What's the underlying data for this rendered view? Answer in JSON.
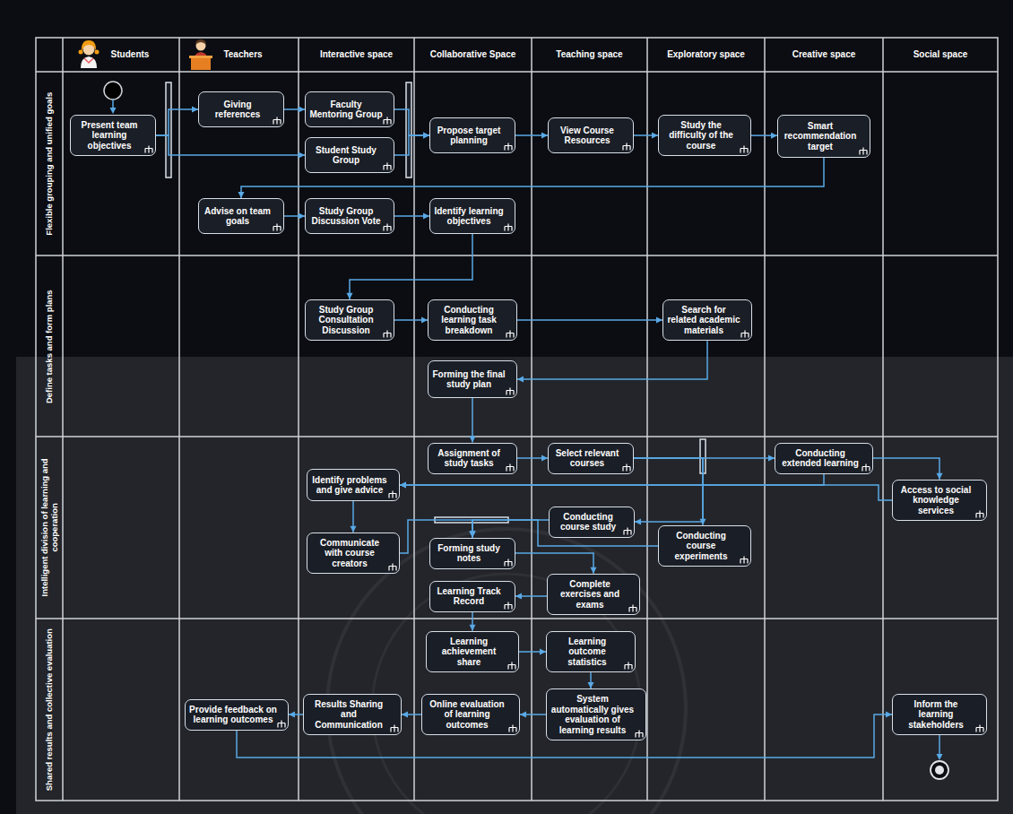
{
  "diagram": {
    "nodes": [
      {
        "text": [
          "Present team learning objectives"
        ]
      },
      {
        "text": [
          "Giving references"
        ]
      },
      {
        "text": [
          "Faculty Mentoring Group"
        ]
      },
      {
        "text": [
          "Student Study Group"
        ]
      },
      {
        "text": [
          "Propose target planning"
        ]
      },
      {
        "text": [
          "View Course Resources"
        ]
      },
      {
        "text": [
          "Study the difficulty of the course"
        ]
      },
      {
        "text": [
          "Smart recommendation target"
        ]
      },
      {
        "text": [
          "Advise on team goals"
        ]
      },
      {
        "text": [
          "Study Group Discussion Vote"
        ]
      },
      {
        "text": [
          "Identify learning objectives"
        ]
      },
      {
        "text": [
          "Study Group Consultation Discussion"
        ]
      },
      {
        "text": [
          "Conducting learning task breakdown"
        ]
      },
      {
        "text": [
          "Search for related academic materials"
        ]
      },
      {
        "text": [
          "Forming the final study plan"
        ]
      },
      {
        "text": [
          "Assignment of study tasks"
        ]
      },
      {
        "text": [
          "Select relevant courses"
        ]
      },
      {
        "text": [
          "Conducting extended learning"
        ]
      },
      {
        "text": [
          "Identify problems and give advice"
        ]
      },
      {
        "text": [
          "Access to social knowledge services"
        ]
      },
      {
        "text": [
          "Conducting course study"
        ]
      },
      {
        "text": [
          "Communicate with course creators"
        ]
      },
      {
        "text": [
          "Forming study notes"
        ]
      },
      {
        "text": [
          "Conducting course experiments"
        ]
      },
      {
        "text": [
          "Learning Track Record"
        ]
      },
      {
        "text": [
          "Complete exercises and exams"
        ]
      },
      {
        "text": [
          "Learning achievement share"
        ]
      },
      {
        "text": [
          "Learning outcome statistics"
        ]
      },
      {
        "text": [
          "Provide feedback on learning outcomes"
        ]
      },
      {
        "text": [
          "Results Sharing and Communication"
        ]
      },
      {
        "text": [
          "Online evaluation of learning outcomes"
        ]
      },
      {
        "text": [
          "System automatically gives evaluation of learning results"
        ]
      },
      {
        "text": [
          "Inform the learning stakeholders"
        ]
      }
    ],
    "edges": [
      {
        "from": 0,
        "to": 1,
        "arrow": "to"
      },
      {
        "from": 0,
        "to": 3,
        "arrow": "to"
      },
      {
        "from": 1,
        "to": 2,
        "arrow": "to"
      },
      {
        "from": 2,
        "to": 4,
        "arrow": "to"
      },
      {
        "from": 3,
        "to": 4,
        "arrow": "to"
      },
      {
        "from": 4,
        "to": 5,
        "arrow": "to"
      },
      {
        "from": 5,
        "to": 6,
        "arrow": "to"
      },
      {
        "from": 6,
        "to": 7,
        "arrow": "to"
      },
      {
        "from": 7,
        "to": 8,
        "arrow": "to"
      },
      {
        "from": 8,
        "to": 9,
        "arrow": "to"
      },
      {
        "from": 9,
        "to": 10,
        "arrow": "to"
      },
      {
        "from": 10,
        "to": 11,
        "arrow": "to"
      },
      {
        "from": 11,
        "to": 12,
        "arrow": "to"
      },
      {
        "from": 12,
        "to": 13,
        "arrow": "to"
      },
      {
        "from": 13,
        "to": 14,
        "arrow": "to"
      },
      {
        "from": 14,
        "to": 15,
        "arrow": "to"
      },
      {
        "from": 15,
        "to": 16,
        "arrow": "to"
      },
      {
        "from": 16,
        "to": 17,
        "arrow": "to"
      },
      {
        "from": 16,
        "to": 20,
        "arrow": "to"
      },
      {
        "from": 16,
        "to": 23,
        "arrow": "to"
      },
      {
        "from": 17,
        "to": 19,
        "arrow": "to"
      },
      {
        "from": 17,
        "to": 18,
        "arrow": "to"
      },
      {
        "from": 19,
        "to": 18,
        "arrow": "to"
      },
      {
        "from": 18,
        "to": 21,
        "arrow": "to"
      },
      {
        "from": 21,
        "to": 22,
        "arrow": "to"
      },
      {
        "from": 20,
        "to": 22,
        "arrow": "to"
      },
      {
        "from": 23,
        "to": 22,
        "arrow": "to"
      },
      {
        "from": 22,
        "to": 25,
        "arrow": "to"
      },
      {
        "from": 25,
        "to": 24,
        "arrow": "to"
      },
      {
        "from": 24,
        "to": 26,
        "arrow": "to"
      },
      {
        "from": 26,
        "to": 27,
        "arrow": "to"
      },
      {
        "from": 27,
        "to": 31,
        "arrow": "to"
      },
      {
        "from": 31,
        "to": 30,
        "arrow": "to"
      },
      {
        "from": 30,
        "to": 29,
        "arrow": "to"
      },
      {
        "from": 29,
        "to": 28,
        "arrow": "to"
      },
      {
        "from": 28,
        "to": 32,
        "arrow": "to"
      }
    ],
    "labels": [
      "Students",
      "Teachers",
      "Interactive space",
      "Collaborative Space",
      "Teaching space",
      "Exploratory space",
      "Creative space",
      "Social space",
      "Flexible grouping and unified goals",
      "Define tasks and form plans",
      "Intelligent division of learning and cooperation",
      "Shared results and collective evaluation"
    ]
  }
}
